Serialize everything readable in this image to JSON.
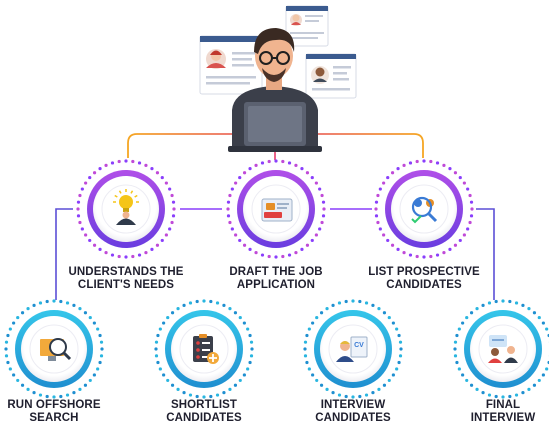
{
  "process": {
    "row1": [
      {
        "id": "understands",
        "label": "UNDERSTANDS THE\nCLIENT'S NEEDS",
        "icon": "lightbulb-person-icon",
        "accent": "#8a3ffc"
      },
      {
        "id": "draft",
        "label": "DRAFT THE JOB\nAPPLICATION",
        "icon": "job-application-icon",
        "accent": "#8a3ffc"
      },
      {
        "id": "list",
        "label": "LIST PROSPECTIVE\nCANDIDATES",
        "icon": "candidates-search-icon",
        "accent": "#7b4de8"
      }
    ],
    "row2": [
      {
        "id": "offshore",
        "label": "RUN OFFSHORE\nSEARCH",
        "icon": "offshore-search-icon",
        "accent": "#2aa8d6"
      },
      {
        "id": "shortlist",
        "label": "SHORTLIST\nCANDIDATES",
        "icon": "shortlist-clipboard-icon",
        "accent": "#2aa8d6"
      },
      {
        "id": "interview",
        "label": "INTERVIEW\nCANDIDATES",
        "icon": "cv-interview-icon",
        "accent": "#2aa8d6"
      },
      {
        "id": "final",
        "label": "FINAL\nINTERVIEW",
        "icon": "final-interview-icon",
        "accent": "#2aa8d6"
      }
    ]
  },
  "colors": {
    "purple": "#8a3ffc",
    "cyan": "#29b6e0",
    "orange": "#f5a623",
    "connector_pink": "#e8527a",
    "label": "#1f1f2e"
  }
}
